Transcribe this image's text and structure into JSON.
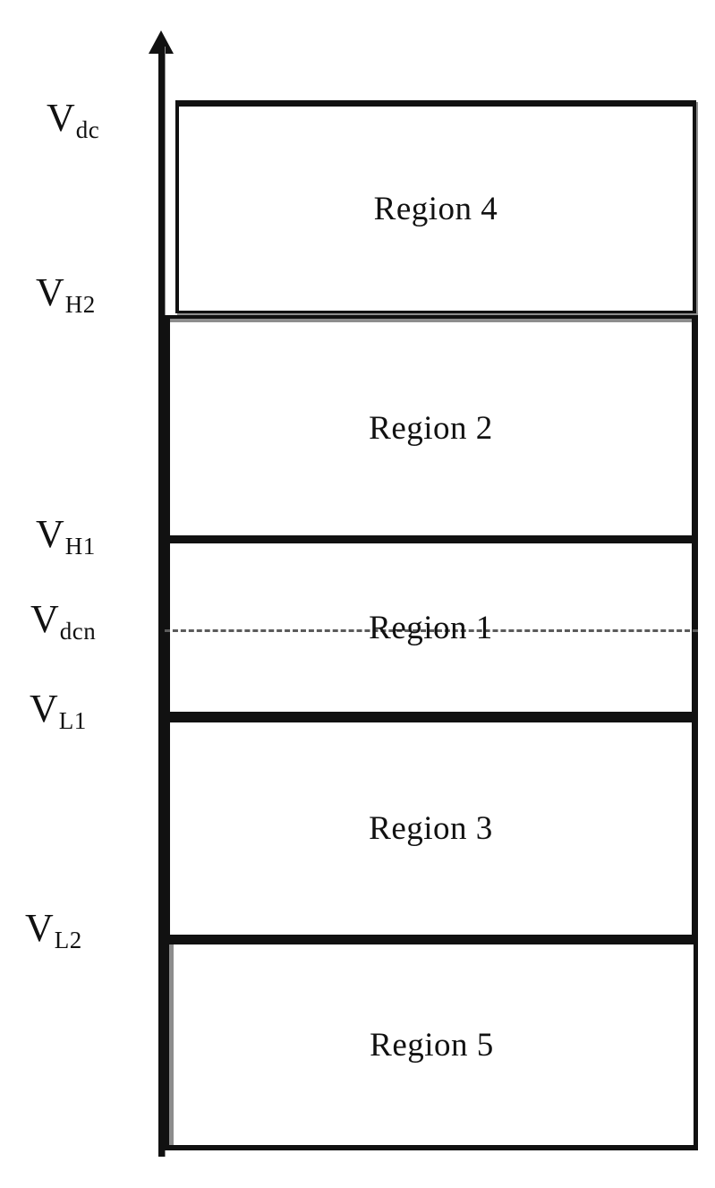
{
  "diagram": {
    "title": "Voltage region partition diagram",
    "type": "band-partition",
    "axis": {
      "name": "voltage-axis",
      "orientation": "vertical",
      "direction": "up",
      "arrow": "up-arrow-icon"
    },
    "colors": {
      "stroke": "#111111",
      "shadow": "#8d8d8d",
      "dashed": "#5b5b5b",
      "background": "#ffffff"
    },
    "thresholds": [
      {
        "id": "vdc",
        "base": "V",
        "sub": "dc",
        "style": "solid",
        "position_label": "top"
      },
      {
        "id": "vh2",
        "base": "V",
        "sub": "H2",
        "style": "solid",
        "position_label": "upper"
      },
      {
        "id": "vh1",
        "base": "V",
        "sub": "H1",
        "style": "solid",
        "position_label": "mid-upper"
      },
      {
        "id": "vdcn",
        "base": "V",
        "sub": "dcn",
        "style": "dashed",
        "position_label": "centre"
      },
      {
        "id": "vl1",
        "base": "V",
        "sub": "L1",
        "style": "solid",
        "position_label": "mid-lower"
      },
      {
        "id": "vl2",
        "base": "V",
        "sub": "L2",
        "style": "solid",
        "position_label": "lower"
      }
    ],
    "regions": [
      {
        "id": "region-4",
        "label": "Region 4",
        "upper_bound": "vdc",
        "lower_bound": "vh2"
      },
      {
        "id": "region-2",
        "label": "Region 2",
        "upper_bound": "vh2",
        "lower_bound": "vh1"
      },
      {
        "id": "region-1",
        "label": "Region 1",
        "upper_bound": "vh1",
        "lower_bound": "vl1"
      },
      {
        "id": "region-3",
        "label": "Region 3",
        "upper_bound": "vl1",
        "lower_bound": "vl2"
      },
      {
        "id": "region-5",
        "label": "Region 5",
        "upper_bound": "vl2",
        "lower_bound": ""
      }
    ]
  },
  "chart_data": {
    "type": "bar",
    "orientation": "vertical-bands",
    "title": "",
    "xlabel": "",
    "ylabel": "",
    "grid": false,
    "legend": null,
    "categories": [
      "Region 5",
      "Region 3",
      "Region 1",
      "Region 2",
      "Region 4"
    ],
    "boundaries": [
      "V_L2",
      "V_L1",
      "V_H1",
      "V_H2",
      "V_dc"
    ],
    "centre_line": "V_dcn",
    "annotations": [
      "Region 4 spans V_H2 to V_dc",
      "Region 2 spans V_H1 to V_H2",
      "Region 1 spans V_L1 to V_H1 and is bisected by V_dcn",
      "Region 3 spans V_L2 to V_L1",
      "Region 5 lies below V_L2"
    ]
  }
}
